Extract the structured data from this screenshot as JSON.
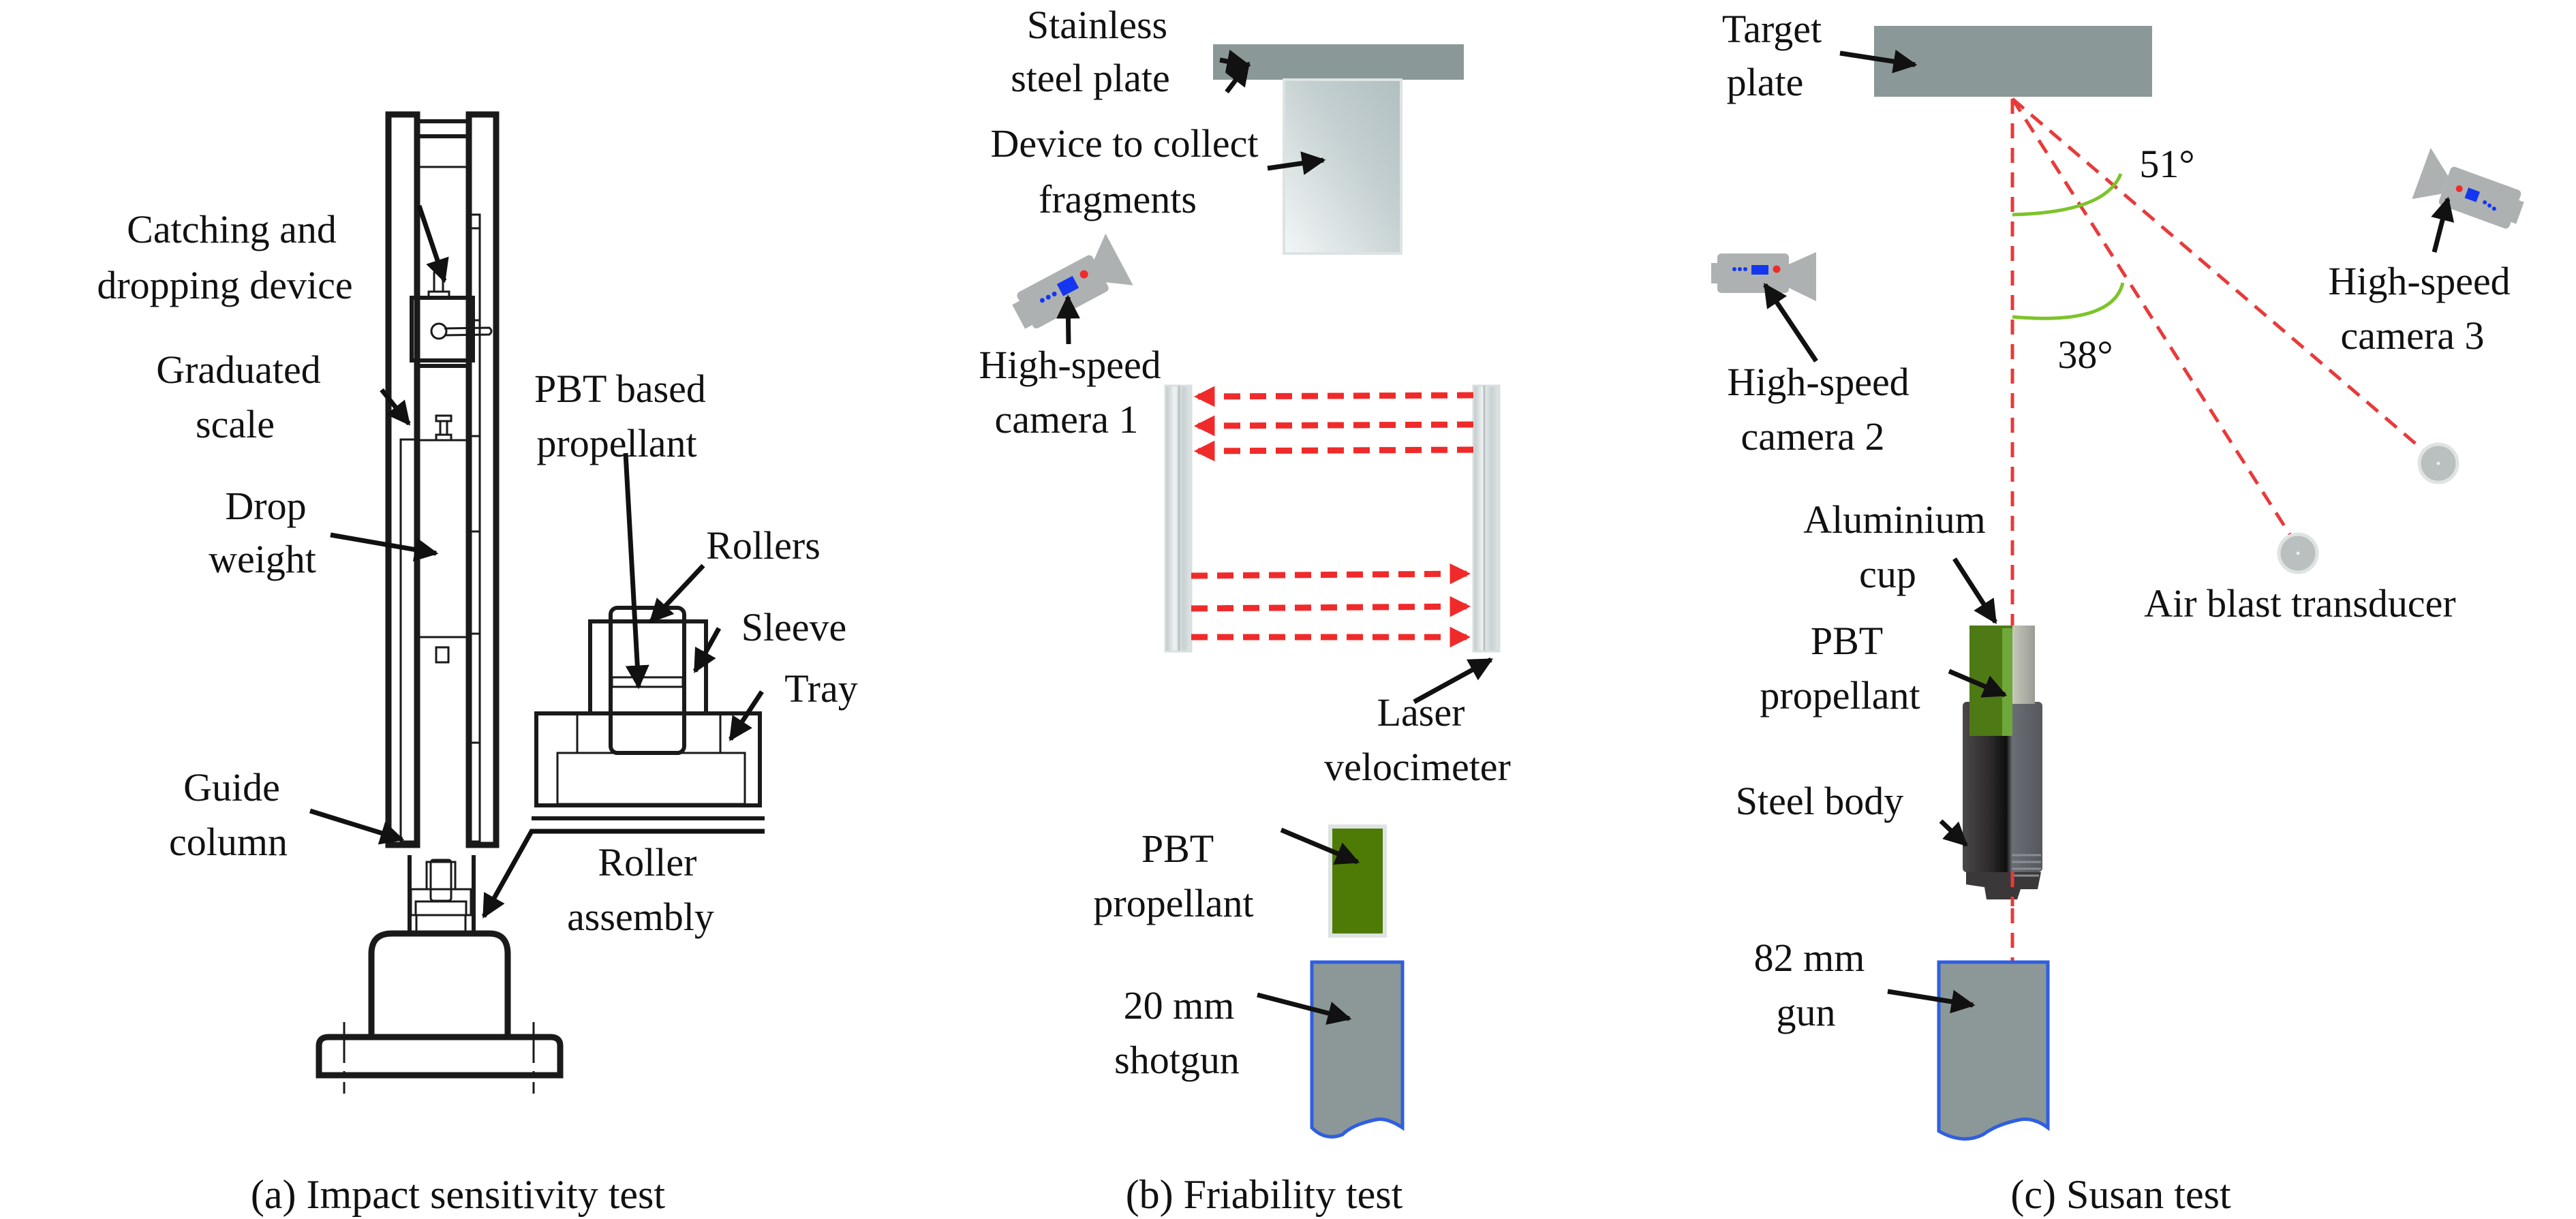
{
  "figure": {
    "panels": [
      {
        "id": "a",
        "caption": "(a) Impact sensitivity test",
        "labels": {
          "catching_1": "Catching and",
          "catching_2": "dropping device",
          "graduated_1": "Graduated",
          "graduated_2": "scale",
          "drop_1": "Drop",
          "drop_2": "weight",
          "guide_1": "Guide",
          "guide_2": "column",
          "pbt_1": "PBT based",
          "pbt_2": "propellant",
          "rollers": "Rollers",
          "sleeve": "Sleeve",
          "tray": "Tray",
          "roller_asm_1": "Roller",
          "roller_asm_2": "assembly"
        }
      },
      {
        "id": "b",
        "caption": "(b) Friability test",
        "labels": {
          "plate_1": "Stainless",
          "plate_2": "steel plate",
          "device_1": "Device to collect",
          "device_2": "fragments",
          "camera_1": "High-speed",
          "camera_2": "camera 1",
          "laser_1": "Laser",
          "laser_2": "velocimeter",
          "pbt_1": "PBT",
          "pbt_2": "propellant",
          "gun_1": "20 mm",
          "gun_2": "shotgun"
        }
      },
      {
        "id": "c",
        "caption": "(c) Susan test",
        "labels": {
          "target_1": "Target",
          "target_2": "plate",
          "angle_51": "51°",
          "angle_38": "38°",
          "camera2_1": "High-speed",
          "camera2_2": "camera 2",
          "camera3_1": "High-speed",
          "camera3_2": "camera 3",
          "alu_1": "Aluminium",
          "alu_2": "cup",
          "pbt_1": "PBT",
          "pbt_2": "propellant",
          "steel": "Steel body",
          "transducer": "Air blast transducer",
          "gun_1": "82 mm",
          "gun_2": "gun"
        },
        "angles_deg": [
          51,
          38
        ]
      }
    ],
    "colors": {
      "laser_red": "#f02a2a",
      "propellant_green": "#4e7a06",
      "gun_gray": "#8c9898",
      "gun_outline_blue": "#2f5fe0",
      "plate_gray": "#8a9897",
      "camera_gray": "#aeb1b1",
      "camera_blue": "#1436f0",
      "angle_arc_green": "#7cc42a"
    },
    "icons": [
      "high-speed-camera-icon",
      "air-blast-transducer-icon",
      "arrow-icon"
    ]
  }
}
